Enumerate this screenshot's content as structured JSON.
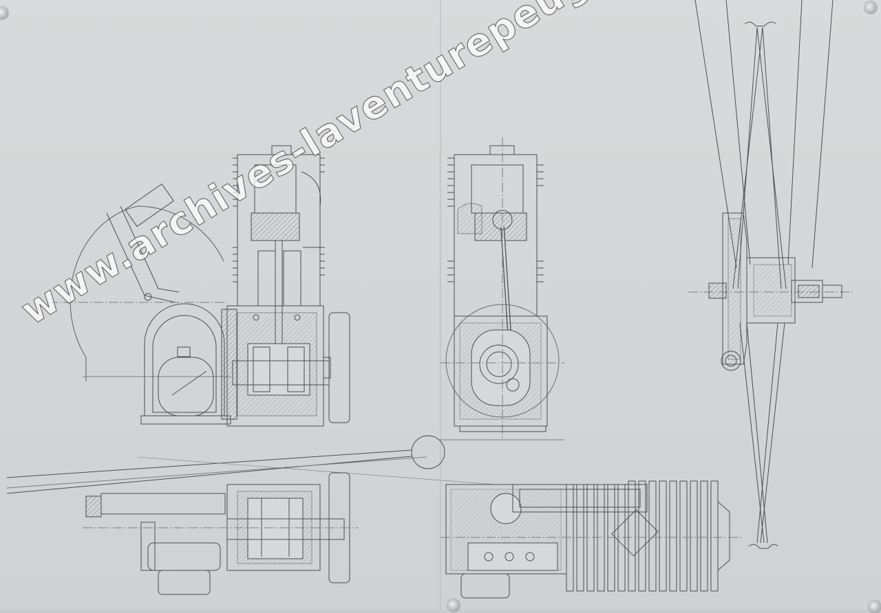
{
  "watermark": {
    "text": "www.archives-laventurepeugeotcitroends.com"
  },
  "colors": {
    "paper": "#d6d8d9",
    "ink": "#4a4d52",
    "hatch": "#6b6e73",
    "watermark_fill": "#ffffff",
    "watermark_stroke": "#464646"
  },
  "views": [
    {
      "id": "side-section",
      "icon": "engine-side-section-view"
    },
    {
      "id": "front-section",
      "icon": "engine-front-section-view"
    },
    {
      "id": "wheel-hub-section",
      "icon": "wheel-hub-section-view"
    },
    {
      "id": "plan-view-left",
      "icon": "engine-plan-view"
    },
    {
      "id": "plan-view-right",
      "icon": "engine-cylinder-plan-view"
    }
  ]
}
